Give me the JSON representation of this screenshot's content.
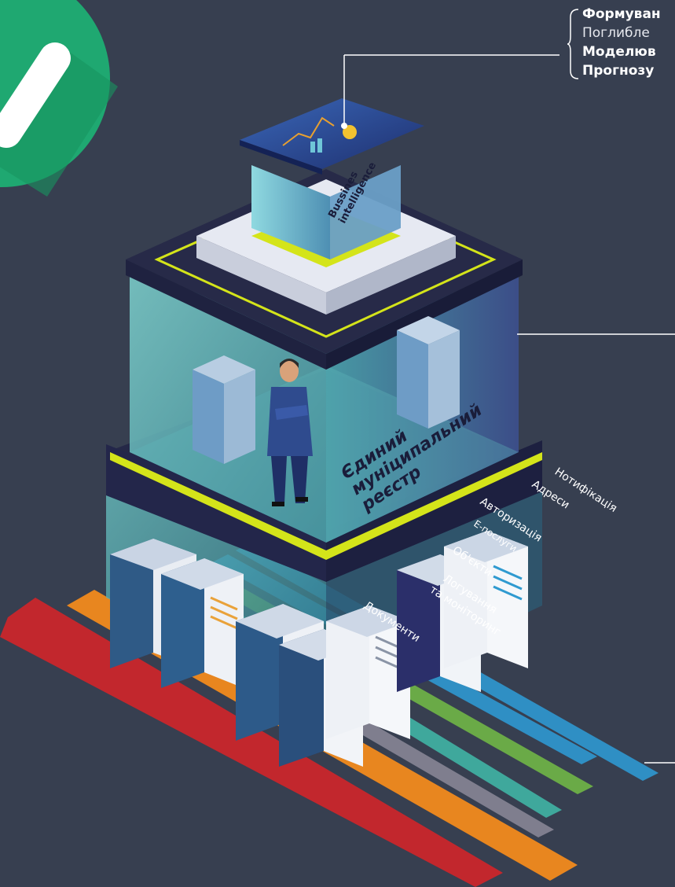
{
  "colors": {
    "background": "#373f50",
    "badge": "#1fa871",
    "accent_yellow": "#d4e41a",
    "glass": "#6fc6c8",
    "dark_slab": "#272a48",
    "strip_red": "#c2272d",
    "strip_orange": "#e8861f",
    "strip_gray": "#7f7e8e",
    "strip_teal": "#3fa89c",
    "strip_green": "#6aaa47",
    "strip_blue": "#2f8fc4"
  },
  "icons": [
    "check-badge-icon",
    "tablet-dashboard-icon",
    "businessman-figure",
    "server-rack-icon"
  ],
  "callout": {
    "line1": "Формуван",
    "line2": "Поглибле",
    "line3": "Моделюв",
    "line4": "Прогнозу"
  },
  "tower": {
    "bi_label_line1": "Bussines",
    "bi_label_line2": "intelligence",
    "registry_line1": "Єдиний",
    "registry_line2": "муніципальний",
    "registry_line3": "реєстр"
  },
  "strips": [
    {
      "label": "Документи",
      "color": "#c2272d"
    },
    {
      "label_line1": "Логування",
      "label_line2": "та моніторинг",
      "color": "#e8861f"
    },
    {
      "label": "Об'єкти",
      "color": "#7f7e8e"
    },
    {
      "label": "Е-послуги",
      "color": "#3fa89c"
    },
    {
      "label": "Авторизація",
      "color": "#6aaa47"
    },
    {
      "label": "Адреси",
      "color": "#2f8fc4"
    },
    {
      "label": "Нотифікація",
      "color": "#2f8fc4"
    }
  ]
}
